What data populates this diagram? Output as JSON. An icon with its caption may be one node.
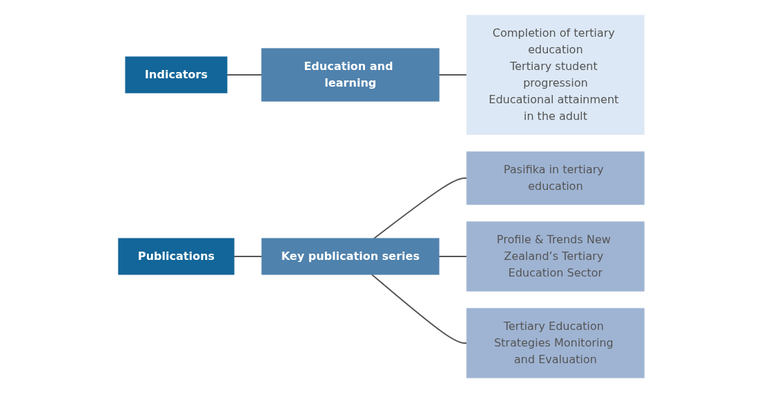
{
  "diagram": {
    "nodes": [
      {
        "text": [
          "Indicators"
        ]
      },
      {
        "text": [
          "Education and learning"
        ]
      },
      {
        "text": [
          "Completion of tertiary education",
          "Tertiary student progression",
          "Educational attainment in the adult"
        ]
      },
      {
        "text": [
          "Publications"
        ]
      },
      {
        "text": [
          "Key publication series"
        ]
      },
      {
        "text": [
          "Pasifika in tertiary education"
        ]
      },
      {
        "text": [
          "Profile & Trends New Zealand’s Tertiary Education Sector"
        ]
      },
      {
        "text": [
          "Tertiary Education Strategies Monitoring and Evaluation"
        ]
      }
    ],
    "edges": [
      {
        "from": 0,
        "to": 1,
        "arrow": "none"
      },
      {
        "from": 1,
        "to": 2,
        "arrow": "none"
      },
      {
        "from": 3,
        "to": 4,
        "arrow": "none"
      },
      {
        "from": 4,
        "to": 5,
        "arrow": "none"
      },
      {
        "from": 4,
        "to": 6,
        "arrow": "none"
      },
      {
        "from": 4,
        "to": 7,
        "arrow": "none"
      }
    ]
  }
}
